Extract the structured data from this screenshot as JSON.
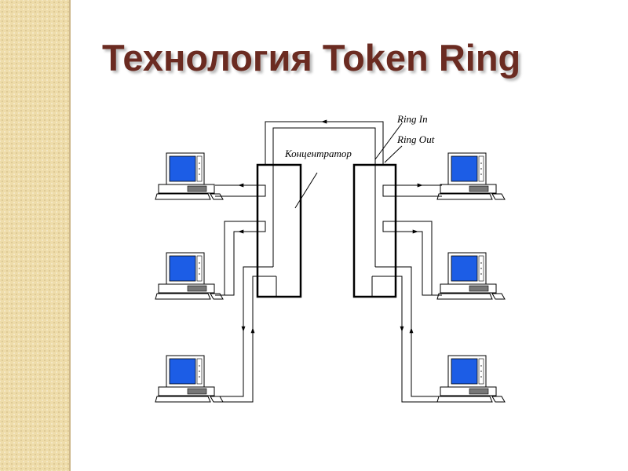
{
  "slide": {
    "title": "Технология Token Ring"
  },
  "diagram": {
    "labels": {
      "ring_in": "Ring In",
      "ring_out": "Ring Out",
      "concentrator": "Концентратор"
    },
    "colors": {
      "title": "#6b2b21",
      "screen": "#1c5de6",
      "side_strip": "#eedcaa"
    }
  }
}
